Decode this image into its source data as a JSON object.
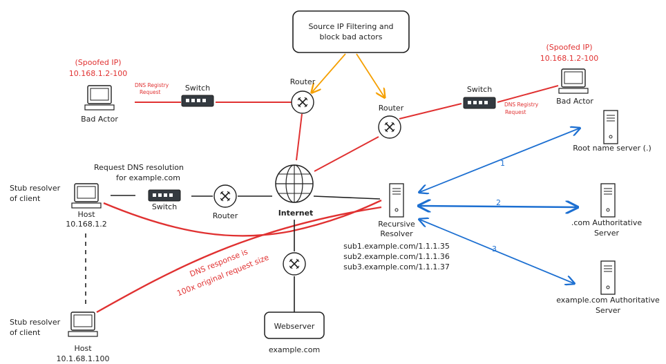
{
  "filter_box": {
    "line1": "Source IP Filtering and",
    "line2": "block bad actors"
  },
  "bad_actor_left": {
    "tag": "(Spoofed IP)",
    "ip": "10.168.1.2-100",
    "label": "Bad Actor",
    "request_line1": "DNS Registry",
    "request_line2": "Request"
  },
  "bad_actor_right": {
    "tag": "(Spoofed IP)",
    "ip": "10.168.1.2-100",
    "label": "Bad Actor",
    "request_line1": "DNS Registry",
    "request_line2": "Request"
  },
  "switches": {
    "left_bad": "Switch",
    "right_bad": "Switch",
    "client": "Switch"
  },
  "routers": {
    "top_left": "Router",
    "top_right": "Router",
    "client": "Router"
  },
  "internet": "Internet",
  "client_request": {
    "line1": "Request DNS resolution",
    "line2": "for example.com"
  },
  "host1": {
    "stub_line1": "Stub resolver",
    "stub_line2": "of client",
    "label": "Host",
    "ip": "10.168.1.2"
  },
  "host2": {
    "stub_line1": "Stub resolver",
    "stub_line2": "of client",
    "label": "Host",
    "ip": "10.1.68.1.100"
  },
  "recursive": {
    "line1": "Recursive",
    "line2": "Resolver",
    "records": [
      "sub1.example.com/1.1.1.35",
      "sub2.example.com/1.1.1.36",
      "sub3.example.com/1.1.1.37"
    ]
  },
  "root_server": "Root name server (.)",
  "com_server": {
    "line1": ".com Authoritative",
    "line2": "Server"
  },
  "example_server": {
    "line1": "example.com Authoritative",
    "line2": "Server"
  },
  "steps": [
    "1",
    "2",
    "3"
  ],
  "dns_response": {
    "line1": "DNS response is",
    "line2": "100x original request size"
  },
  "webserver": {
    "label": "Webserver",
    "domain": "example.com"
  },
  "colors": {
    "attack": "#e03131",
    "query": "#1c6fd1",
    "filter": "#f59f00",
    "ink": "#1e1e1e"
  }
}
